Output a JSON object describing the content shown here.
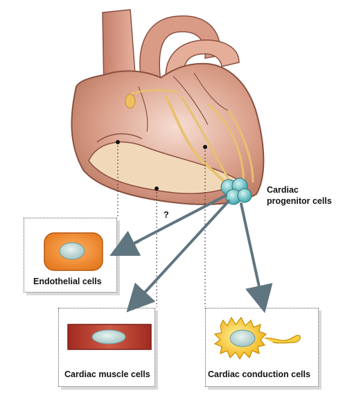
{
  "labels": {
    "progenitor_line1": "Cardiac",
    "progenitor_line2": "progenitor cells",
    "question_mark": "?",
    "endothelial": "Endothelial cells",
    "muscle": "Cardiac muscle cells",
    "conduction": "Cardiac conduction cells"
  },
  "colors": {
    "heart_wall": "#d9a08c",
    "heart_outline": "#8a5040",
    "conduction_path": "#e8c070",
    "progenitor": "#7ec8c8",
    "arrow": "#5f7580",
    "endothelial_cell": "#f08a30",
    "muscle_cell": "#b83a2a",
    "conduction_cell": "#f5c020"
  }
}
